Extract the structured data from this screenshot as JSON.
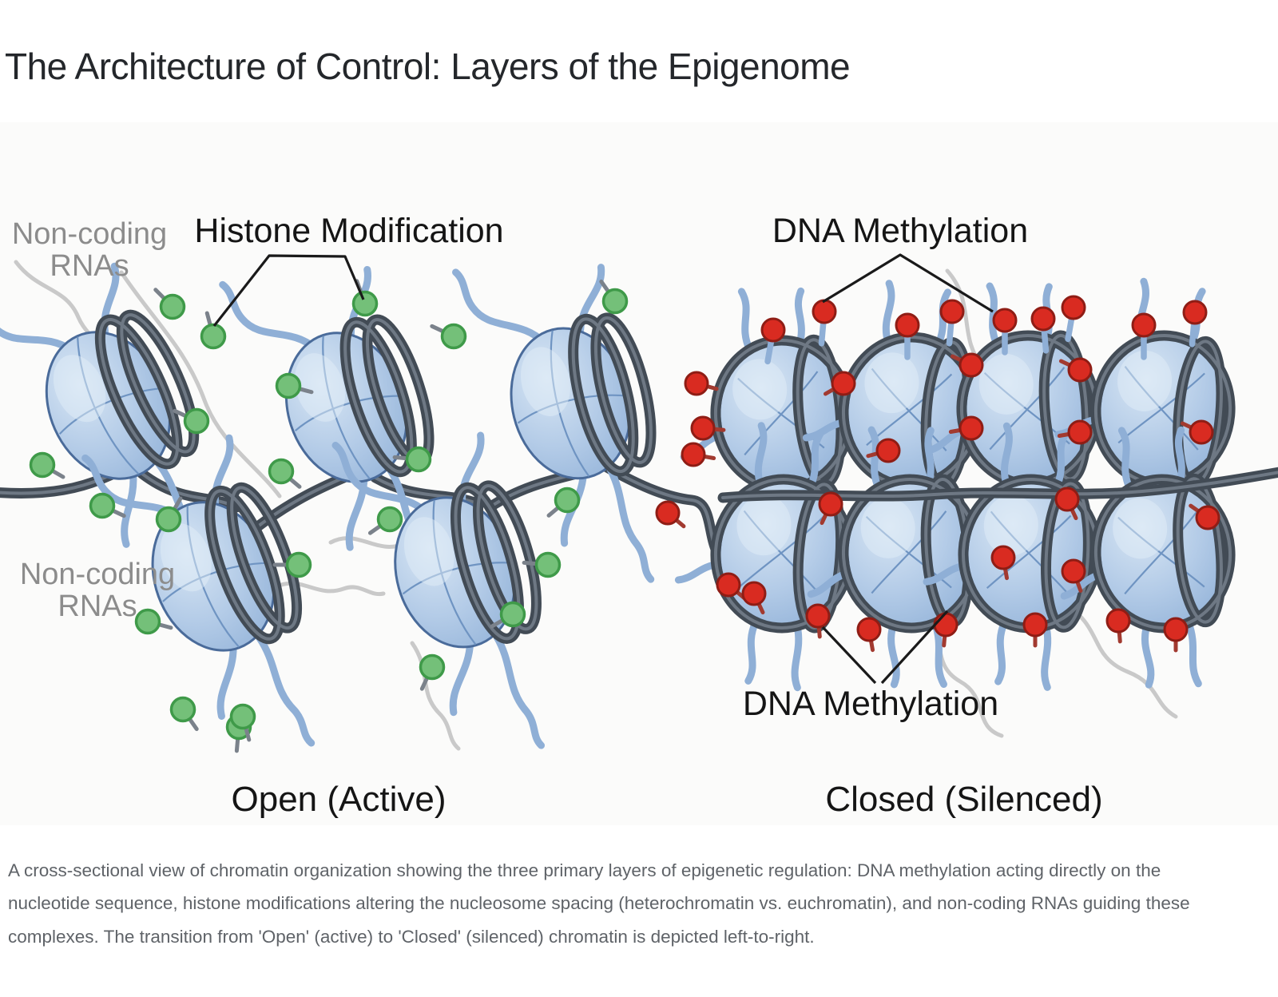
{
  "title": "The Architecture of Control: Layers of the Epigenome",
  "caption": "A cross-sectional view of chromatin organization showing the three primary layers of epigenetic regulation: DNA methylation acting directly on the nucleotide sequence, histone modifications altering the nucleosome spacing (heterochromatin vs. euchromatin), and non-coding RNAs guiding these complexes. The transition from 'Open' (active) to 'Closed' (silenced) chromatin is depicted left-to-right.",
  "diagram": {
    "labels": {
      "ncrna_top_line1": "Non-coding",
      "ncrna_top_line2": "RNAs",
      "ncrna_bottom_line1": "Non-coding",
      "ncrna_bottom_line2": "RNAs",
      "histone_modification": "Histone Modification",
      "dna_methylation_top": "DNA Methylation",
      "dna_methylation_bottom": "DNA Methylation",
      "state_open": "Open (Active)",
      "state_closed": "Closed (Silenced)"
    },
    "colors": {
      "histone_core": "#b3cbe7",
      "histone_core_light": "#d8e6f4",
      "histone_core_dark": "#92b2d8",
      "dna_strand": "#424b55",
      "dna_strand_core": "#6e7884",
      "histone_tail": "#8fafd6",
      "acetyl_green": "#74c079",
      "acetyl_green_border": "#3f9a49",
      "methyl_red": "#d92b21",
      "methyl_red_border": "#8f1d15",
      "ncrna_gray": "#c9c9c9",
      "label_gray": "#8c8c8c",
      "label_black": "#151515",
      "figure_background": "#fbfbfa"
    },
    "nucleosomes": {
      "open": [
        [
          150,
          348,
          -24
        ],
        [
          449,
          352,
          -18
        ],
        [
          730,
          348,
          -14
        ],
        [
          282,
          563,
          -20
        ],
        [
          585,
          559,
          -16
        ]
      ],
      "closed": [
        [
          980,
          366,
          -5
        ],
        [
          1140,
          362,
          4
        ],
        [
          1288,
          360,
          -4
        ],
        [
          1456,
          360,
          5
        ],
        [
          980,
          540,
          4
        ],
        [
          1140,
          540,
          -4
        ],
        [
          1290,
          540,
          3
        ],
        [
          1456,
          540,
          -5
        ]
      ]
    },
    "green_dots": [
      [
        216,
        231,
        225
      ],
      [
        267,
        268,
        255
      ],
      [
        53,
        429,
        30
      ],
      [
        128,
        480,
        25
      ],
      [
        211,
        497,
        300
      ],
      [
        246,
        374,
        205
      ],
      [
        457,
        227,
        250
      ],
      [
        361,
        330,
        15
      ],
      [
        568,
        268,
        205
      ],
      [
        352,
        437,
        40
      ],
      [
        524,
        422,
        185
      ],
      [
        488,
        497,
        145
      ],
      [
        185,
        625,
        15
      ],
      [
        229,
        735,
        55
      ],
      [
        299,
        757,
        95
      ],
      [
        374,
        554,
        180
      ],
      [
        686,
        554,
        185
      ],
      [
        642,
        616,
        150
      ],
      [
        541,
        682,
        115
      ],
      [
        304,
        744,
        75
      ],
      [
        770,
        224,
        235
      ],
      [
        710,
        473,
        140
      ]
    ],
    "red_dots": [
      [
        968,
        260,
        100,
        "b"
      ],
      [
        1032,
        237,
        95,
        "b"
      ],
      [
        1136,
        254,
        90,
        "b"
      ],
      [
        1192,
        237,
        95,
        "b"
      ],
      [
        1258,
        248,
        90,
        "b"
      ],
      [
        1306,
        246,
        85,
        "b"
      ],
      [
        1344,
        232,
        100,
        "b"
      ],
      [
        1432,
        254,
        90,
        "b"
      ],
      [
        1496,
        238,
        95,
        "b"
      ],
      [
        872,
        327,
        15,
        "r"
      ],
      [
        880,
        383,
        5,
        "r"
      ],
      [
        868,
        416,
        10,
        "r"
      ],
      [
        836,
        489,
        40,
        "r"
      ],
      [
        1056,
        327,
        150,
        "r"
      ],
      [
        1112,
        411,
        165,
        "r"
      ],
      [
        1216,
        304,
        205,
        "r"
      ],
      [
        1216,
        383,
        170,
        "r"
      ],
      [
        1352,
        310,
        205,
        "r"
      ],
      [
        1352,
        388,
        170,
        "r"
      ],
      [
        1504,
        388,
        205,
        "r"
      ],
      [
        1040,
        478,
        115,
        "r"
      ],
      [
        1336,
        472,
        65,
        "r"
      ],
      [
        1256,
        545,
        80,
        "r"
      ],
      [
        1344,
        562,
        70,
        "r"
      ],
      [
        1512,
        495,
        215,
        "r"
      ],
      [
        912,
        579,
        40,
        "r"
      ],
      [
        944,
        590,
        65,
        "r"
      ],
      [
        1024,
        618,
        85,
        "r"
      ],
      [
        1088,
        635,
        80,
        "r"
      ],
      [
        1184,
        629,
        95,
        "r"
      ],
      [
        1296,
        629,
        90,
        "r"
      ],
      [
        1400,
        624,
        85,
        "r"
      ],
      [
        1472,
        635,
        90,
        "r"
      ]
    ],
    "linkers": [
      "M -20,462 C 60,470 108,458 150,436",
      "M 178,440 C 228,478 262,465 296,482",
      "M 320,508 C 368,472 404,456 442,440",
      "M 470,445 C 520,473 556,463 594,476",
      "M 616,480 C 660,452 702,446 736,436",
      "M 760,432 C 806,458 838,470 866,473 C 894,476 884,520 902,546 C 918,568 934,562 948,556"
    ],
    "front_strand": [
      "M 905,470 C 1000,462 1080,472 1170,466 C 1260,460 1340,470 1430,462 C 1490,457 1545,448 1602,438"
    ],
    "squiggles": [
      "M 20,175 C 48,212 82,206 98,244 C 112,276 142,282 162,312",
      "M 152,188 C 192,248 232,282 256,348 C 276,402 320,428 350,468",
      "M 414,526 C 448,508 470,542 506,528 C 536,516 556,540 578,534",
      "M 344,582 C 378,566 396,596 430,584 C 452,576 462,594 480,590",
      "M 516,652 C 540,686 524,714 550,740 C 566,756 560,772 574,784",
      "M 1186,186 C 1222,226 1198,270 1232,308 C 1258,336 1238,378 1252,414",
      "M 1148,600 C 1192,636 1160,676 1202,700 C 1238,720 1218,756 1254,768",
      "M 1330,602 C 1382,630 1362,668 1412,688 C 1452,704 1444,728 1472,744"
    ],
    "leader_lines": [
      "M 268,255 L 337,167 L 432,168 L 455,222",
      "M 1030,225 L 1127,166 L 1243,237",
      "M 1030,632 L 1096,702",
      "M 1186,612 L 1104,702"
    ]
  }
}
